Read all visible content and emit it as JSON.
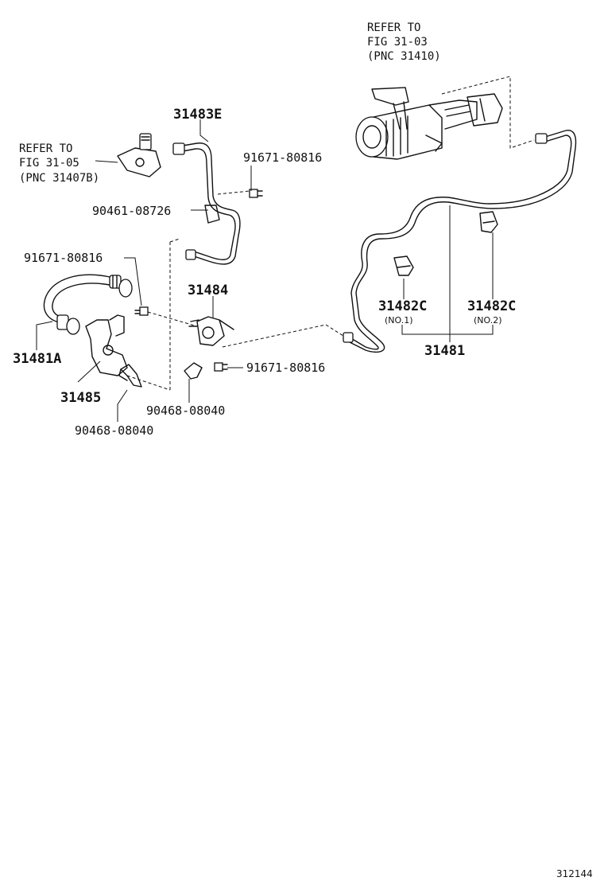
{
  "refs": {
    "top_right": [
      "REFER TO",
      "FIG 31-03",
      "(PNC 31410)"
    ],
    "top_left": [
      "REFER TO",
      "FIG 31-05",
      "(PNC 31407B)"
    ]
  },
  "labels": {
    "p31483e": "31483E",
    "p91671_a": "91671-80816",
    "p90461": "90461-08726",
    "p91671_b": "91671-80816",
    "p31484": "31484",
    "p31481a": "31481A",
    "p31485": "31485",
    "p91671_c": "91671-80816",
    "p90468_a": "90468-08040",
    "p90468_b": "90468-08040",
    "p31482c_1": "31482C",
    "p31482c_1_sub": "(NO.1)",
    "p31482c_2": "31482C",
    "p31482c_2_sub": "(NO.2)",
    "p31481": "31481"
  },
  "figure_number": "312144"
}
